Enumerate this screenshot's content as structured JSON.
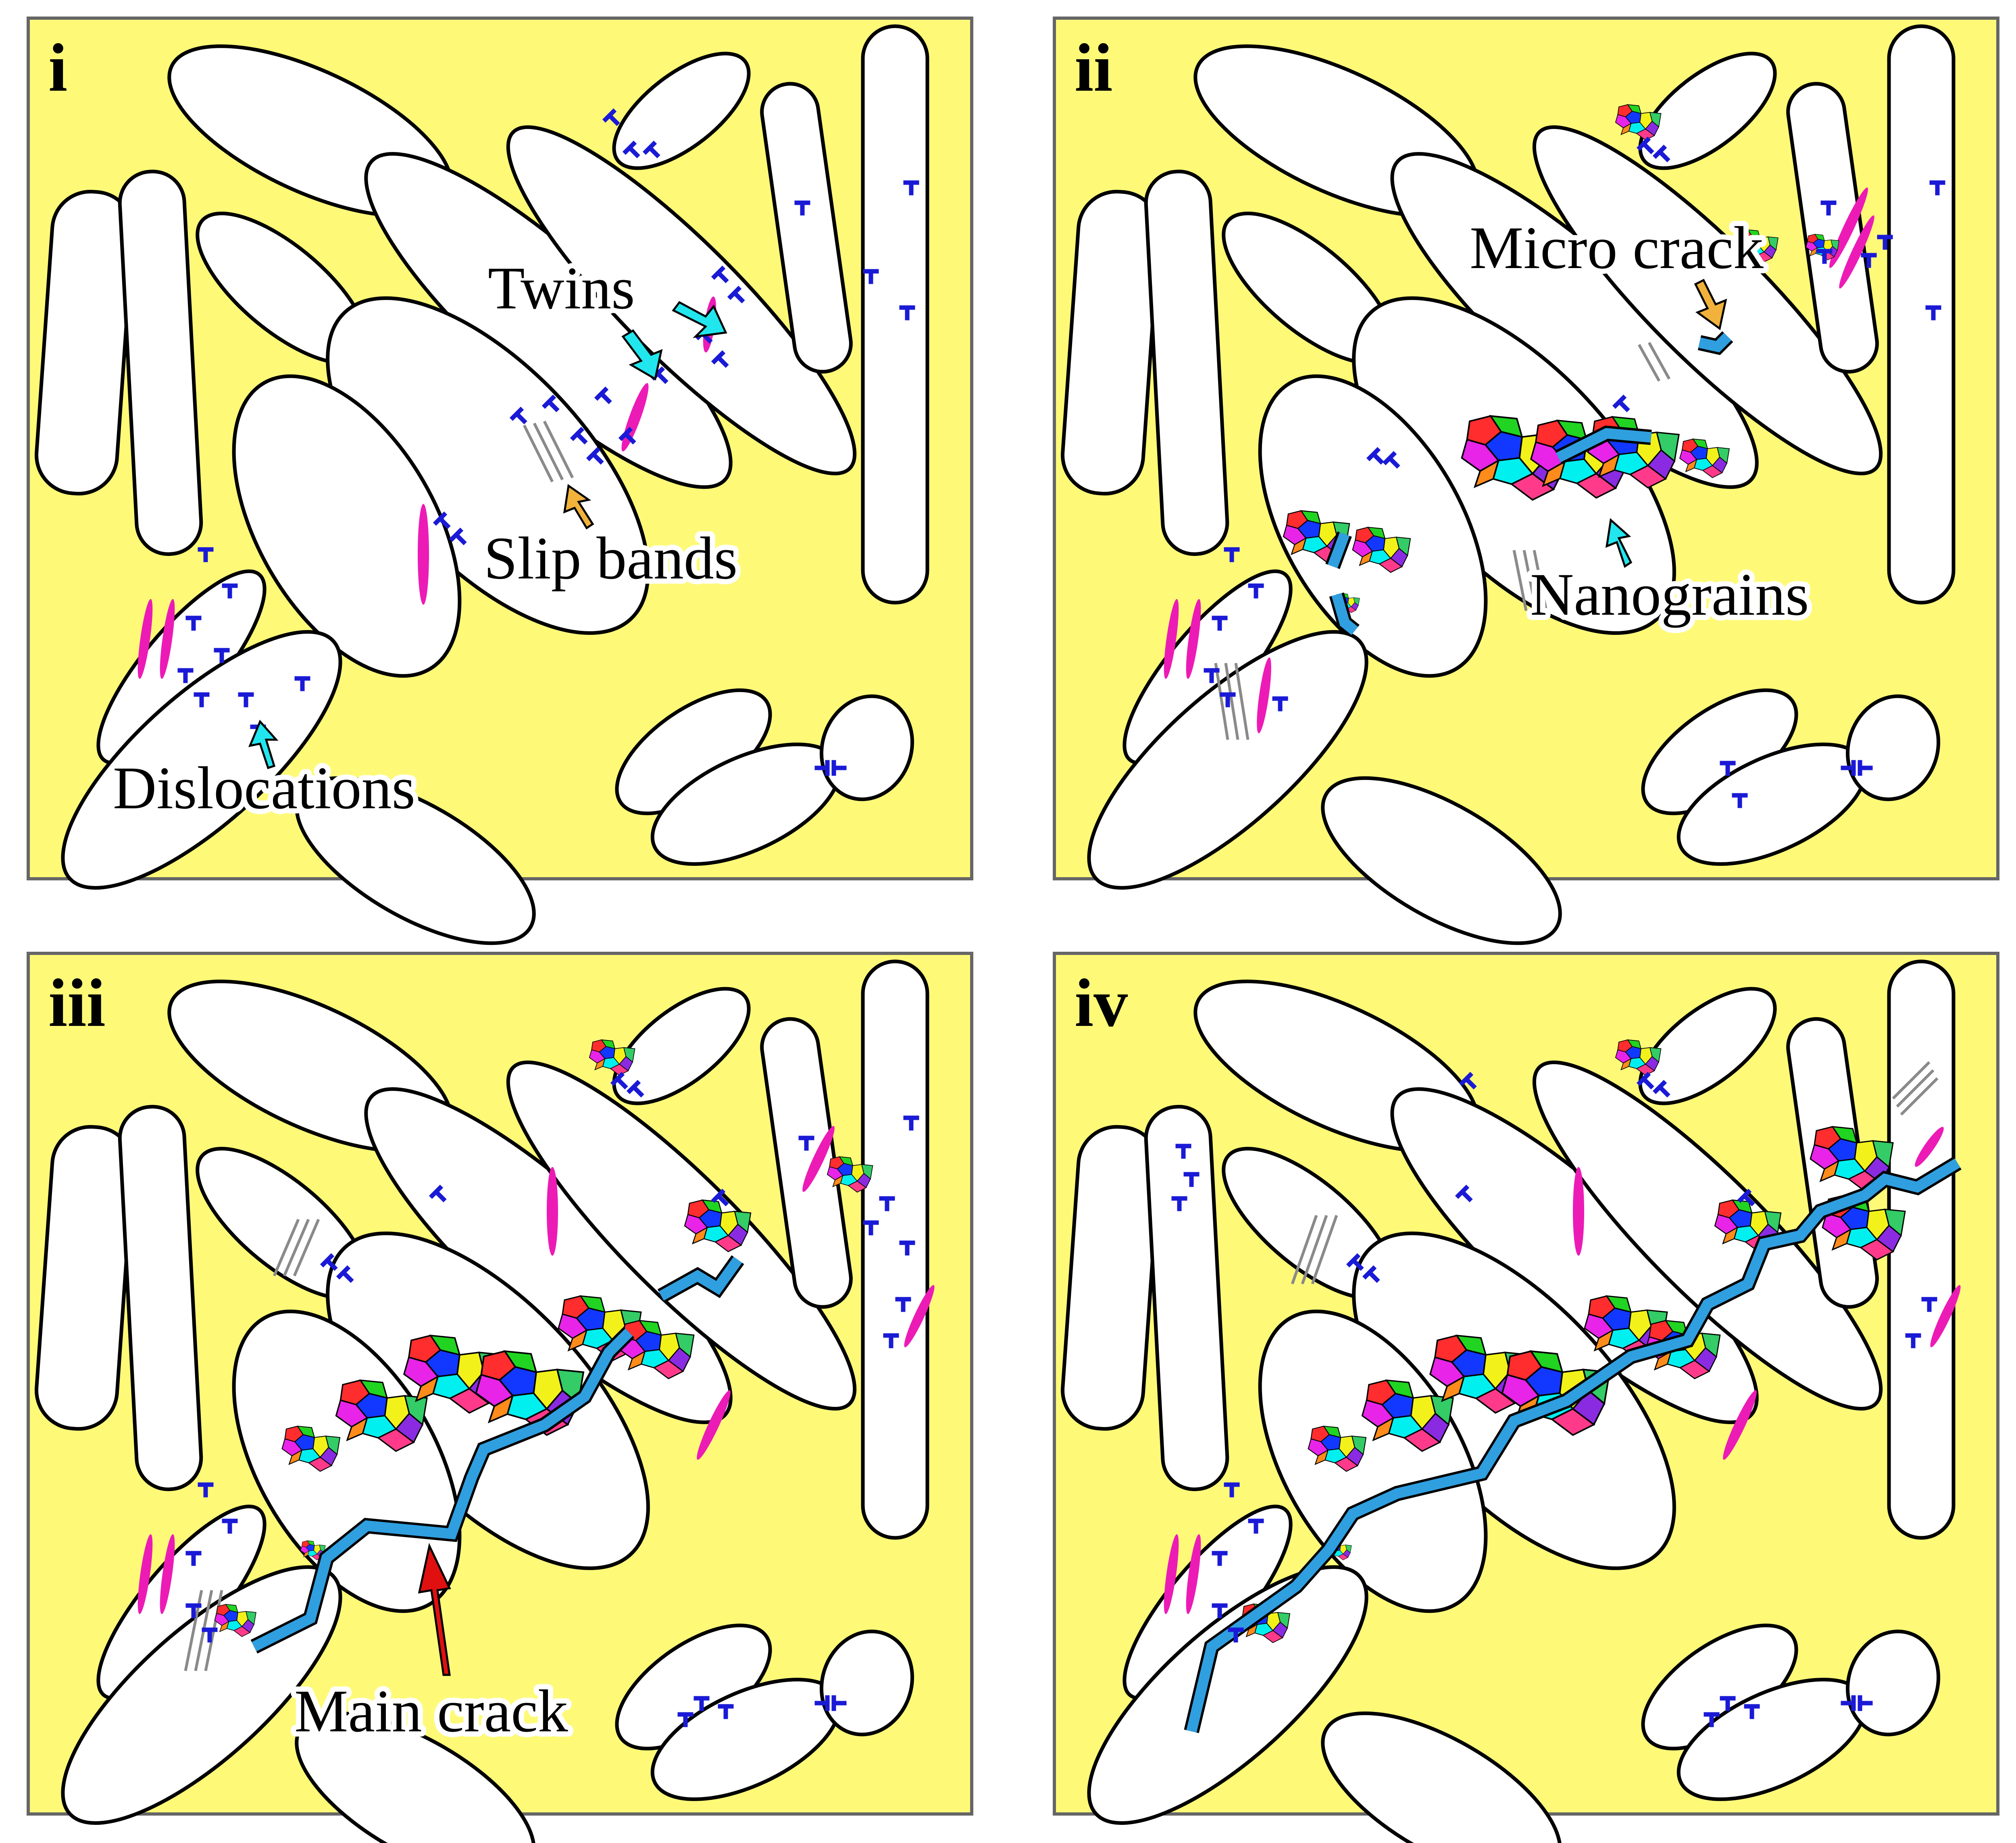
{
  "panels": [
    {
      "label": "i"
    },
    {
      "label": "ii"
    },
    {
      "label": "iii"
    },
    {
      "label": "iv"
    }
  ],
  "annotations": {
    "twins": "Twins",
    "slip_bands": "Slip bands",
    "dislocations": "Dislocations",
    "micro_crack": "Micro crack",
    "nanograins": "Nanograins",
    "main_crack": "Main crack"
  },
  "colors": {
    "background": "#fefa78",
    "twin": "#ec1bb6",
    "dislocation": "#1a1ad6",
    "crack": "#2f9fe0",
    "arrow_cyan": "#22e6ee",
    "arrow_orange": "#f0b23a",
    "arrow_red": "#e01010"
  },
  "icons": {
    "dislocation_symbol": "perpendicular-T-icon",
    "arrow": "arrow-icon"
  }
}
